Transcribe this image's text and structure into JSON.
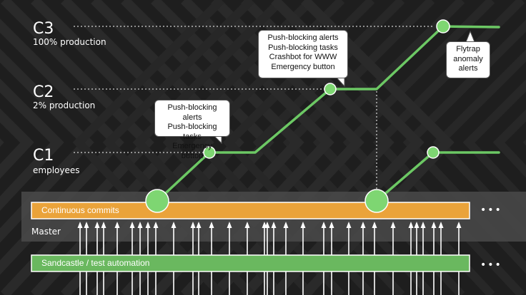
{
  "stages": [
    {
      "id": "c3",
      "label": "C3",
      "sublabel": "100% production"
    },
    {
      "id": "c2",
      "label": "C2",
      "sublabel": "2% production"
    },
    {
      "id": "c1",
      "label": "C1",
      "sublabel": "employees"
    }
  ],
  "callouts": [
    {
      "id": "callout-c1-gates",
      "lines": [
        "Push-blocking alerts",
        "Push-blocking tasks",
        "Emergency button"
      ]
    },
    {
      "id": "callout-c2-gates",
      "lines": [
        "Push-blocking alerts",
        "Push-blocking tasks",
        "Crashbot for WWW",
        "Emergency button"
      ]
    },
    {
      "id": "callout-c3-gates",
      "lines": [
        "Flytrap",
        "anomaly",
        "alerts"
      ]
    }
  ],
  "master_label": "Master",
  "bars": {
    "commits": {
      "label": "Continuous commits"
    },
    "sandcastle": {
      "label": "Sandcastle / test automation"
    }
  },
  "more_indicator": "•••",
  "colors": {
    "background": "#1e1e1e",
    "line_green": "#6cc864",
    "node_fill": "#7ed672",
    "commits_bar": "#eaa33a",
    "sandcastle_bar": "#6ab85f",
    "master_band": "#4a4a4a"
  }
}
